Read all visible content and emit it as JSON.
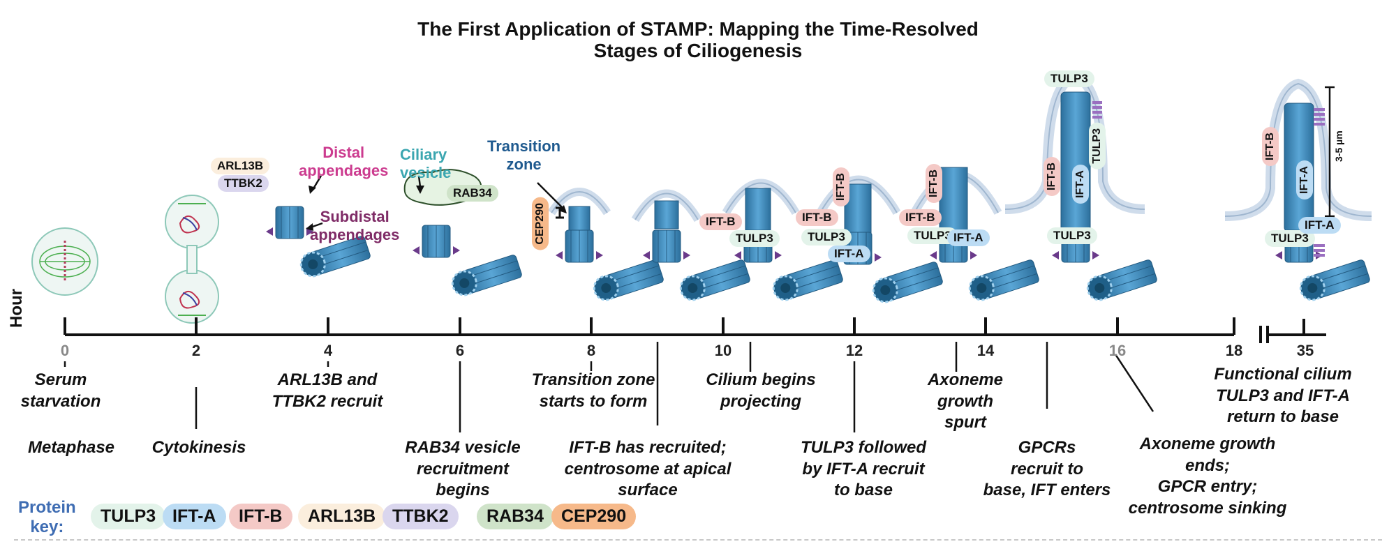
{
  "title_line1": "The First Application of STAMP: Mapping the Time-Resolved",
  "title_line2": "Stages of Ciliogenesis",
  "axis_label": "Hour",
  "ticks": [
    "0",
    "2",
    "4",
    "6",
    "8",
    "10",
    "12",
    "14",
    "16",
    "18",
    "35"
  ],
  "events": {
    "serum_starvation": [
      "Serum",
      "starvation"
    ],
    "metaphase": [
      "Metaphase"
    ],
    "cytokinesis": [
      "Cytokinesis"
    ],
    "arl13b_ttbk2": [
      "ARL13B and",
      "TTBK2 recruit"
    ],
    "rab34": [
      "RAB34 vesicle",
      "recruitment",
      "begins"
    ],
    "transition_zone": [
      "Transition zone",
      "starts to form"
    ],
    "iftb_recruited": [
      "IFT-B has recruited;",
      "centrosome at apical",
      "surface"
    ],
    "cilium_projecting": [
      "Cilium begins",
      "projecting"
    ],
    "tulp3_ifta": [
      "TULP3 followed",
      "by IFT-A recruit",
      "to base"
    ],
    "axoneme_spurt": [
      "Axoneme",
      "growth",
      "spurt"
    ],
    "gpcrs": [
      "GPCRs",
      "recruit to",
      "base, IFT enters"
    ],
    "axoneme_ends": [
      "Axoneme growth",
      "ends;",
      "GPCR entry;",
      "centrosome sinking"
    ],
    "functional": [
      "Functional cilium",
      "TULP3 and IFT-A",
      "return to base"
    ]
  },
  "stage_labels": {
    "distal": [
      "Distal",
      "appendages"
    ],
    "subdistal": [
      "Subdistal",
      "appendages"
    ],
    "ciliary_vesicle": [
      "Ciliary",
      "vesicle"
    ],
    "transition_zone": [
      "Transition",
      "zone"
    ],
    "length": "3-5 µm"
  },
  "proteins": {
    "TULP3": "TULP3",
    "IFTA": "IFT-A",
    "IFTB": "IFT-B",
    "ARL13B": "ARL13B",
    "TTBK2": "TTBK2",
    "RAB34": "RAB34",
    "CEP290": "CEP290"
  },
  "key_title": [
    "Protein",
    "key:"
  ],
  "key": [
    "TULP3",
    "IFT-A",
    "IFT-B",
    "ARL13B",
    "TTBK2",
    "RAB34",
    "CEP290"
  ],
  "colors": {
    "TULP3": "#e3f3ea",
    "IFTA": "#bcdcf4",
    "IFTB": "#f4c9c6",
    "ARL13B": "#fbeedd",
    "TTBK2": "#dad6ee",
    "RAB34": "#cfe3c9",
    "CEP290": "#f6b98a",
    "cilium": "#3b8fc4",
    "membrane": "#cfdceb",
    "distal": "#cc3b8f",
    "subdistal": "#7f2c67",
    "vesicle_label": "#3ba6b0",
    "tz_label": "#1f5a8f",
    "key_title": "#3f6db3"
  }
}
